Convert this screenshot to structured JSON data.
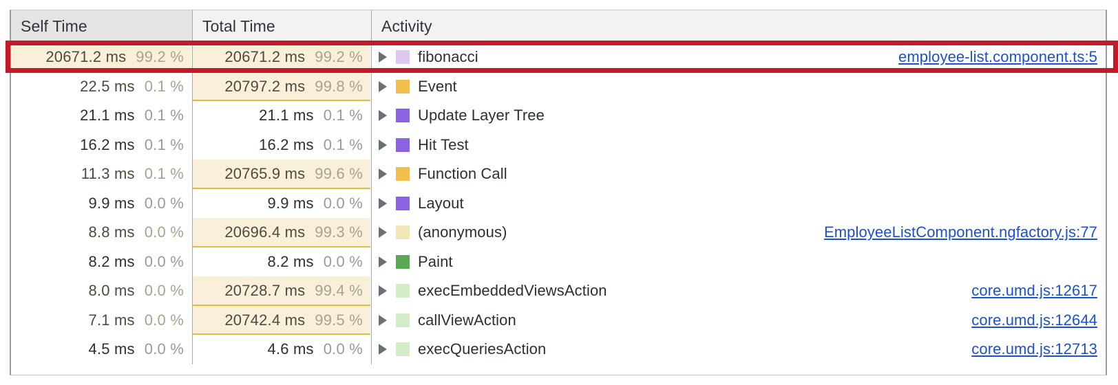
{
  "panel": {
    "name": "bottom-up-call-tree",
    "accent_red": "#c2192b",
    "link_color": "#1a4fd6",
    "bar_fill": "#faf0da",
    "bar_border": "#e8b93c"
  },
  "columns": {
    "self_time": "Self Time",
    "total_time": "Total Time",
    "activity": "Activity"
  },
  "rows": [
    {
      "self_ms": "20671.2 ms",
      "self_pct": "99.2 %",
      "self_bar": 100,
      "total_ms": "20671.2 ms",
      "total_pct": "99.2 %",
      "total_bar": 100,
      "activity": "fibonacci",
      "swatch": "#dcc8f0",
      "swatch_name": "scripting-light-purple",
      "link": "employee-list.component.ts:5",
      "highlighted": true
    },
    {
      "self_ms": "22.5 ms",
      "self_pct": "0.1 %",
      "self_bar": 0,
      "total_ms": "20797.2 ms",
      "total_pct": "99.8 %",
      "total_bar": 100,
      "activity": "Event",
      "swatch": "#f0bf4c",
      "swatch_name": "scripting-yellow",
      "link": "",
      "highlighted": false
    },
    {
      "self_ms": "21.1 ms",
      "self_pct": "0.1 %",
      "self_bar": 0,
      "total_ms": "21.1 ms",
      "total_pct": "0.1 %",
      "total_bar": 0,
      "activity": "Update Layer Tree",
      "swatch": "#8b63e0",
      "swatch_name": "rendering-purple",
      "link": "",
      "highlighted": false
    },
    {
      "self_ms": "16.2 ms",
      "self_pct": "0.1 %",
      "self_bar": 0,
      "total_ms": "16.2 ms",
      "total_pct": "0.1 %",
      "total_bar": 0,
      "activity": "Hit Test",
      "swatch": "#8b63e0",
      "swatch_name": "rendering-purple",
      "link": "",
      "highlighted": false
    },
    {
      "self_ms": "11.3 ms",
      "self_pct": "0.1 %",
      "self_bar": 0,
      "total_ms": "20765.9 ms",
      "total_pct": "99.6 %",
      "total_bar": 100,
      "activity": "Function Call",
      "swatch": "#f0bf4c",
      "swatch_name": "scripting-yellow",
      "link": "",
      "highlighted": false
    },
    {
      "self_ms": "9.9 ms",
      "self_pct": "0.0 %",
      "self_bar": 0,
      "total_ms": "9.9 ms",
      "total_pct": "0.0 %",
      "total_bar": 0,
      "activity": "Layout",
      "swatch": "#8b63e0",
      "swatch_name": "rendering-purple",
      "link": "",
      "highlighted": false
    },
    {
      "self_ms": "8.8 ms",
      "self_pct": "0.0 %",
      "self_bar": 0,
      "total_ms": "20696.4 ms",
      "total_pct": "99.3 %",
      "total_bar": 100,
      "activity": "(anonymous)",
      "swatch": "#f0e6b8",
      "swatch_name": "scripting-pale-khaki",
      "link": "EmployeeListComponent.ngfactory.js:77",
      "highlighted": false
    },
    {
      "self_ms": "8.2 ms",
      "self_pct": "0.0 %",
      "self_bar": 0,
      "total_ms": "8.2 ms",
      "total_pct": "0.0 %",
      "total_bar": 0,
      "activity": "Paint",
      "swatch": "#5aa855",
      "swatch_name": "painting-green",
      "link": "",
      "highlighted": false
    },
    {
      "self_ms": "8.0 ms",
      "self_pct": "0.0 %",
      "self_bar": 0,
      "total_ms": "20728.7 ms",
      "total_pct": "99.4 %",
      "total_bar": 100,
      "activity": "execEmbeddedViewsAction",
      "swatch": "#d4ecc8",
      "swatch_name": "scripting-light-green",
      "link": "core.umd.js:12617",
      "highlighted": false
    },
    {
      "self_ms": "7.1 ms",
      "self_pct": "0.0 %",
      "self_bar": 0,
      "total_ms": "20742.4 ms",
      "total_pct": "99.5 %",
      "total_bar": 100,
      "activity": "callViewAction",
      "swatch": "#d4ecc8",
      "swatch_name": "scripting-light-green",
      "link": "core.umd.js:12644",
      "highlighted": false
    },
    {
      "self_ms": "4.5 ms",
      "self_pct": "0.0 %",
      "self_bar": 0,
      "total_ms": "4.6 ms",
      "total_pct": "0.0 %",
      "total_bar": 0,
      "activity": "execQueriesAction",
      "swatch": "#d4ecc8",
      "swatch_name": "scripting-light-green",
      "link": "core.umd.js:12713",
      "highlighted": false
    }
  ]
}
